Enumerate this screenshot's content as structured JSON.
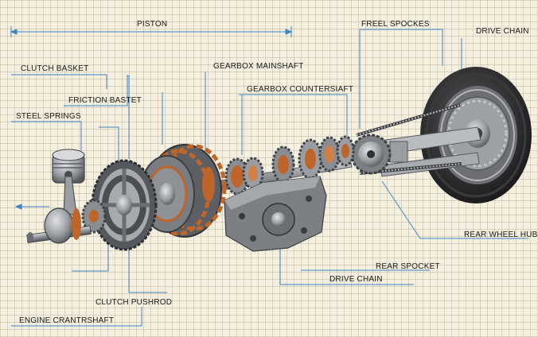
{
  "labels": {
    "piston": "PISTON",
    "freel_spockes": "FREEL SPOCKES",
    "drive_chain_top": "DRIVE CHAIN",
    "clutch_basket": "CLUTCH BASKET",
    "gearbox_mainshaft": "GEARBOX MAINSHAFT",
    "gearbox_countershaft": "GEARBOX COUNTERSIAFT",
    "friction_bastet": "FRICTION BASTET",
    "steel_springs": "STEEL SPRINGS",
    "rear_wheel_hub": "REAR WHEEL HUB",
    "rear_spocket": "REAR SPOCKET",
    "drive_chain_bottom": "DRIVE CHAIN",
    "clutch_pushrod": "CLUTCH PUSHROD",
    "engine_crankshaft": "ENGINE CRANTRSHAFT"
  },
  "colors": {
    "leader_line": "#3d86c6",
    "copper": "#c0652a",
    "steel": "#8d9096",
    "dark_steel": "#4a4d52",
    "tire": "#2a2a2c"
  }
}
